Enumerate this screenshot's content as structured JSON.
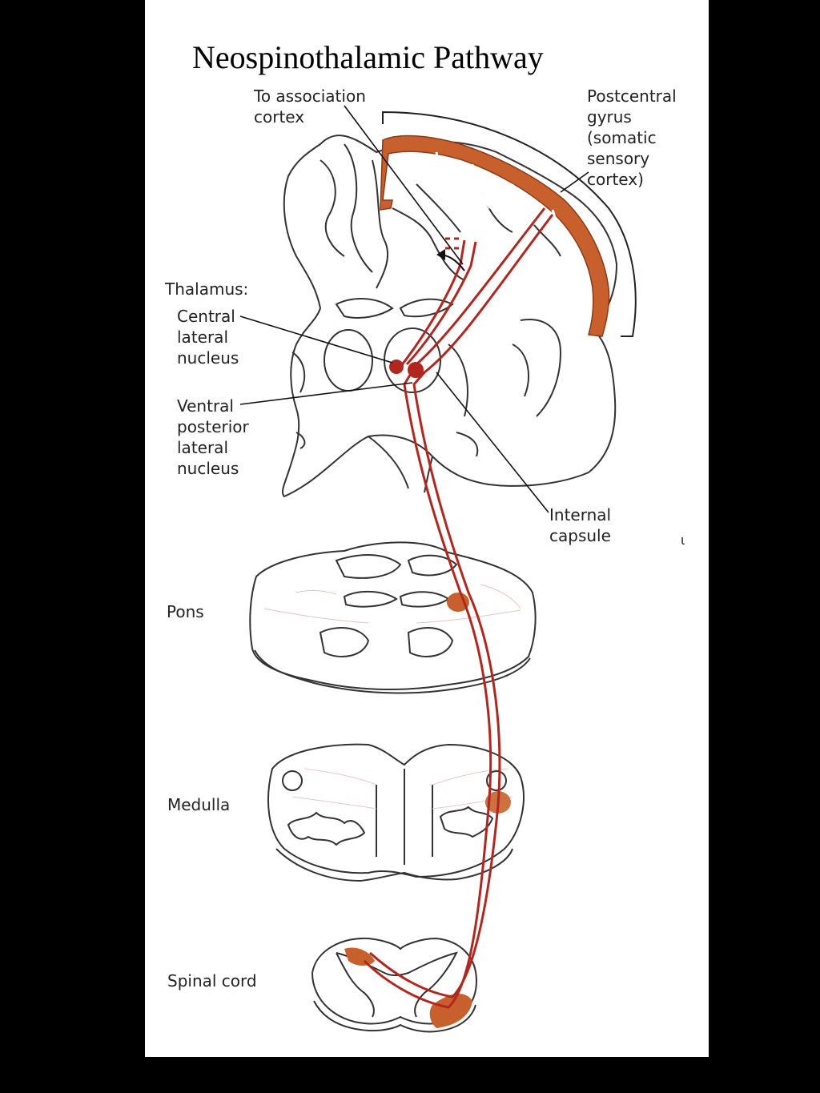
{
  "title": "Neospinothalamic Pathway",
  "labels": {
    "association": [
      "To association",
      "cortex"
    ],
    "postcentral": [
      "Postcentral",
      "gyrus",
      "(somatic",
      "sensory",
      "cortex)"
    ],
    "thalamus": "Thalamus:",
    "central_lateral": [
      "Central",
      "lateral",
      "nucleus"
    ],
    "vpl": [
      "Ventral",
      "posterior",
      "lateral",
      "nucleus"
    ],
    "internal_capsule": [
      "Internal",
      "capsule"
    ],
    "pons": "Pons",
    "medulla": "Medulla",
    "spinal_cord": "Spinal cord",
    "stray_mark": "ι"
  },
  "colors": {
    "tract": "#b3261e",
    "cortex_fill": "#c8602e",
    "outline": "#333333",
    "background": "#000000",
    "panel": "#ffffff"
  }
}
